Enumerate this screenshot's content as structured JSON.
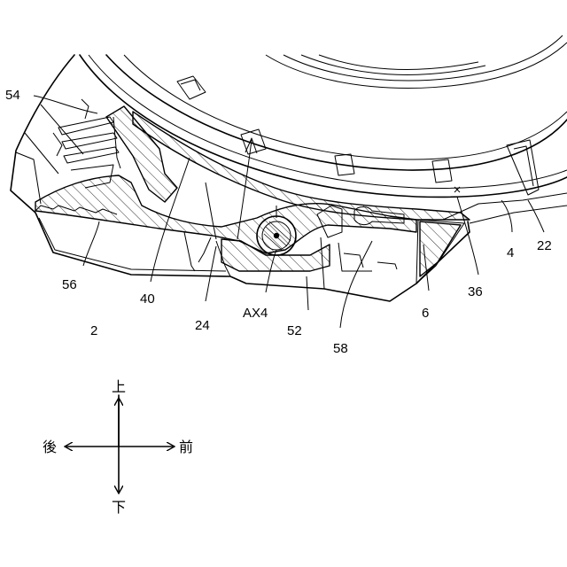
{
  "figure": {
    "reference_numerals": {
      "r54": "54",
      "r56": "56",
      "r2": "2",
      "r40": "40",
      "r24": "24",
      "rAX4": "AX4",
      "r52": "52",
      "r58": "58",
      "r6": "6",
      "r36": "36",
      "r4": "4",
      "r22": "22"
    },
    "direction_legend": {
      "up": "上",
      "down": "下",
      "rear": "後",
      "front": "前"
    }
  }
}
